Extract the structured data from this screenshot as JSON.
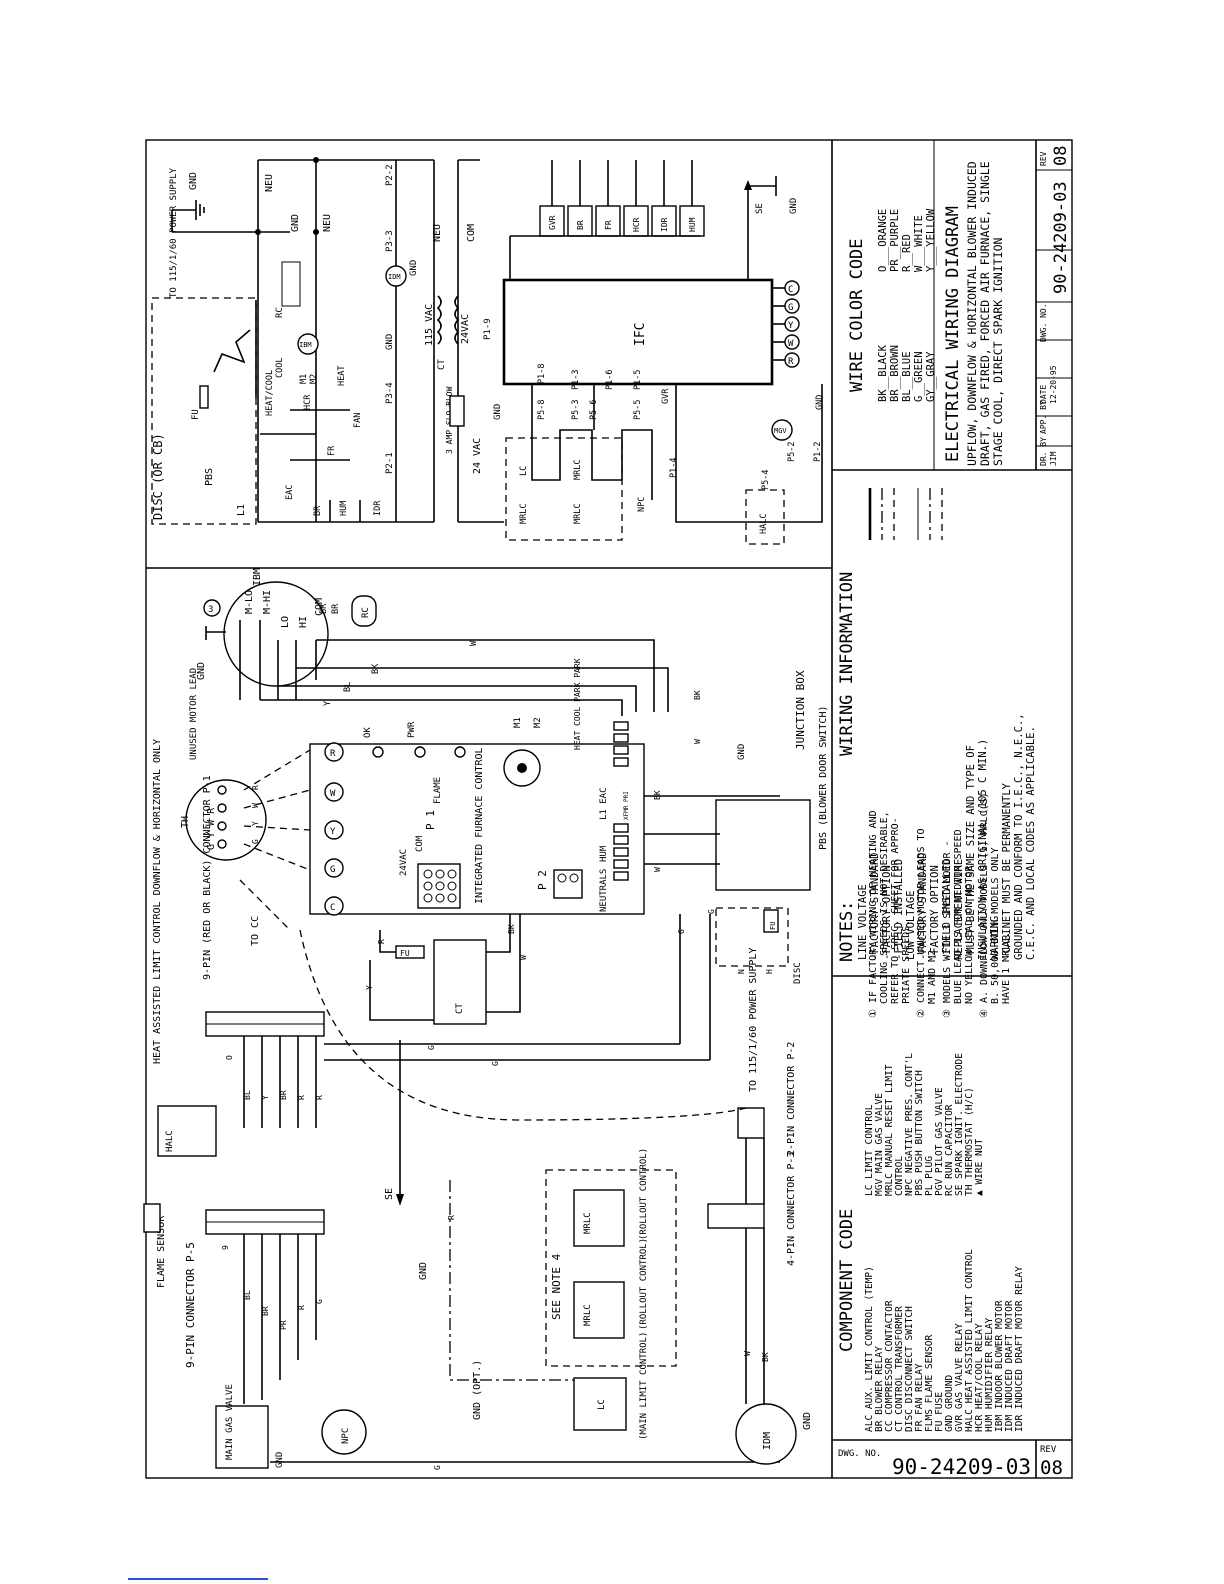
{
  "document": {
    "title": "ELECTRICAL WIRING DIAGRAM",
    "description": "UPFLOW, DOWNFLOW & HORIZONTAL BLOWER INDUCED DRAFT, GAS FIRED, FORCED AIR FURNACE, SINGLE STAGE COOL, DIRECT SPARK IGNITION",
    "dwg_no_label": "DWG. NO.",
    "dwg_no": "90-24209-03",
    "rev_label": "REV",
    "rev": "08",
    "dr_by_label": "DR. BY",
    "dr_by": "JIM",
    "app_by_label": "APP. BY",
    "date_label": "DATE",
    "date": "12-20-95"
  },
  "wire_color_code": {
    "title": "WIRE COLOR CODE",
    "left": [
      "BK__BLACK",
      "BR__BROWN",
      "BL__BLUE",
      "G__GREEN",
      "GY__GRAY"
    ],
    "right": [
      "O___ORANGE",
      "PR__PURPLE",
      "R__RED",
      "W___WHITE",
      "Y___YELLOW"
    ]
  },
  "wiring_information": {
    "title": "WIRING INFORMATION",
    "lines": [
      "LINE VOLTAGE",
      "-FACTORY STANDARD",
      "-FACTORY OPTION",
      "-FIELD INSTALLED",
      "LOW VOLTAGE",
      "-FACTORY STANDARD",
      "-FACTORY OPTION",
      "-FIELD INSTALLED",
      "REPLACEMENT WIRE",
      "-MUST BE THE SAME SIZE AND TYPE OF",
      "INSULATION AS ORIGINAL (105 C MIN.)",
      "WARNING",
      "-CABINET MUST BE PERMANENTLY",
      "GROUNDED AND CONFORM TO I.E.C., N.E.C.,",
      "C.E.C. AND LOCAL CODES AS APPLICABLE."
    ]
  },
  "notes": {
    "title": "NOTES:",
    "items": [
      "① IF FACTORY WIRING OF HEATING AND",
      "COOLING SPEEDS IS NOT DESIRABLE,",
      "REFER TO SPEC. SHEET FOR APPRO-",
      "PRIATE SPEEDS.",
      "② CONNECT UNUSED MOTOR LEADS TO",
      "M1 AND M2",
      "③ MODELS WITH 3 SPEED MOTOR -",
      "BLUE LEAD IS FOR MEDIUM SPEED",
      "NO YELLOW LEAD ON MOTOR",
      "④ A. DOWNFLOW ONLY MODELS (1) MRLC(S)",
      "B. 50,000 BTUH MODELS ONLY",
      "HAVE 1 MRLC."
    ]
  },
  "component_code": {
    "title": "COMPONENT CODE",
    "col1": [
      "ALC  AUX. LIMIT CONTROL (TEMP)",
      "BR  BLOWER RELAY",
      "CC  COMPRESSOR CONTACTOR",
      "CT  CONTROL TRANSFORMER",
      "DISC  DISCONNECT SWITCH",
      "FR  FAN RELAY",
      "FLMS  FLAME SENSOR",
      "FU  FUSE",
      "GND  GROUND",
      "GVR  GAS VALVE RELAY",
      "HALC  HEAT ASSISTED LIMIT CONTROL",
      "HCR  HEAT/COOL RELAY",
      "HUM  HUMIDIFIER RELAY",
      "IBM  INDOOR BLOWER MOTOR",
      "IDM  INDUCED DRAFT MOTOR",
      "IDR  INDUCED DRAFT MOTOR RELAY"
    ],
    "col2": [
      "LC  LIMIT CONTROL",
      "MGV  MAIN GAS VALVE",
      "MRLC  MANUAL RESET LIMIT",
      "CONTROL",
      "NPC  NEGATIVE PRES. CONT'L",
      "PBS  PUSH BUTTON SWITCH",
      "PL  PLUG",
      "PGV  PILOT GAS VALVE",
      "RC  RUN CAPACITOR",
      "SE  SPARK IGNIT. ELECTRODE",
      "TH  THERMOSTAT (H/C)",
      "▲  WIRE NUT"
    ]
  },
  "ladder": {
    "title": "DISC (OR CB)",
    "power_supply": "TO 115/1/60 POWER SUPPLY",
    "labels": {
      "gnd": "GND",
      "neu": "NEU",
      "com": "COM",
      "l1": "L1",
      "fu": "FU",
      "pbs": "PBS",
      "rc": "RC",
      "ibm": "IBM",
      "heat_cool": "HEAT/COOL",
      "cool": "COOL",
      "heat": "HEAT",
      "m1": "M1",
      "m2": "M2",
      "hcr": "HCR",
      "fr": "FR",
      "fan": "FAN",
      "eac": "EAC",
      "br": "BR",
      "hum": "HUM",
      "idr": "IDR",
      "idm": "IDM",
      "p22": "P2-2",
      "p33": "P3-3",
      "p34": "P3-4",
      "p21": "P2-1",
      "v115": "115 VAC",
      "v24": "24VAC",
      "v24b": "24 VAC",
      "ct": "CT",
      "fuse_rating": "3 AMP SLO-BLOW",
      "p19": "P1-9",
      "ifc": "IFC",
      "p58": "P5-8",
      "p18": "P1-8",
      "p53": "P5-3",
      "p13": "P1-3",
      "p56": "P5-6",
      "p16": "P1-6",
      "p55": "P5-5",
      "p15": "P1-5",
      "p14": "P1-4",
      "p54": "P5-4",
      "p52": "P5-2",
      "p12": "P1-2",
      "gvr": "GVR",
      "lc": "LC",
      "mrlc": "MRLC",
      "npc": "NPC",
      "halc": "HALC",
      "mgv": "MGV",
      "se": "SE",
      "relays": [
        "GVR",
        "BR",
        "FR",
        "HCR",
        "IDR",
        "HUM"
      ],
      "terminals": [
        "R",
        "W",
        "Y",
        "G",
        "C"
      ]
    }
  },
  "pictorial": {
    "ibm_labels": [
      "M-LO",
      "M-HI",
      "LO",
      "HI",
      "COM"
    ],
    "ibm": "IBM",
    "rc": "RC",
    "unused_motor_lead": "UNUSED MOTOR LEAD",
    "th": "TH",
    "th_terminals": "G Y W R",
    "to_cc": "TO CC",
    "connector_9pin_a": "9-PIN (RED OR BLACK) CONNECTOR P-1",
    "halc_note": "HEAT ASSISTED LIMIT CONTROL DOWNFLOW & HORIZONTAL ONLY",
    "connector_9pin_b": "9-PIN CONNECTOR P-5",
    "flame_sensor": "FLAME SENSOR",
    "ifc_title": "INTEGRATED FURNACE CONTROL",
    "p1": "P 1",
    "p2": "P 2",
    "flame": "FLAME",
    "ok": "OK",
    "pwr": "PWR",
    "v24": "24VAC",
    "com": "COM",
    "neutrals": "NEUTRALS",
    "hum": "HUM",
    "l1eac": "L1 EAC",
    "xfmr_pri": "XFMR PRI",
    "thermo_terms": [
      "R",
      "W",
      "Y",
      "G",
      "C"
    ],
    "m1": "M1",
    "m2": "M2",
    "heat_cool_fan_terms": "HEAT COOL PARK PARK",
    "junction_box": "JUNCTION BOX",
    "pbs": "PBS (BLOWER DOOR SWITCH)",
    "disc": "DISC",
    "fu": "FU",
    "power_supply": "TO 115/1/60 POWER SUPPLY",
    "connector_2pin": "2-PIN CONNECTOR P-2",
    "connector_4pin": "4-PIN CONNECTOR P-3",
    "idm": "IDM",
    "gnd": "GND",
    "gnd_opt": "GND (OPT.)",
    "se": "SE",
    "see_note4": "SEE NOTE 4",
    "mrlc": "MRLC",
    "rollout": "(ROLLOUT CONTROL)",
    "lc": "LC",
    "main_limit": "(MAIN LIMIT CONTROL)",
    "gas_valve": "MAIN GAS VALVE",
    "npc": "NPC",
    "ct": "CT",
    "fu2": "FU",
    "wire_letters": {
      "w": "W",
      "bk": "BK",
      "r": "R",
      "y": "Y",
      "g": "G",
      "bl": "BL",
      "br": "BR",
      "pr": "PR",
      "o": "O",
      "n": "N",
      "h": "H",
      "nine": "9"
    }
  }
}
